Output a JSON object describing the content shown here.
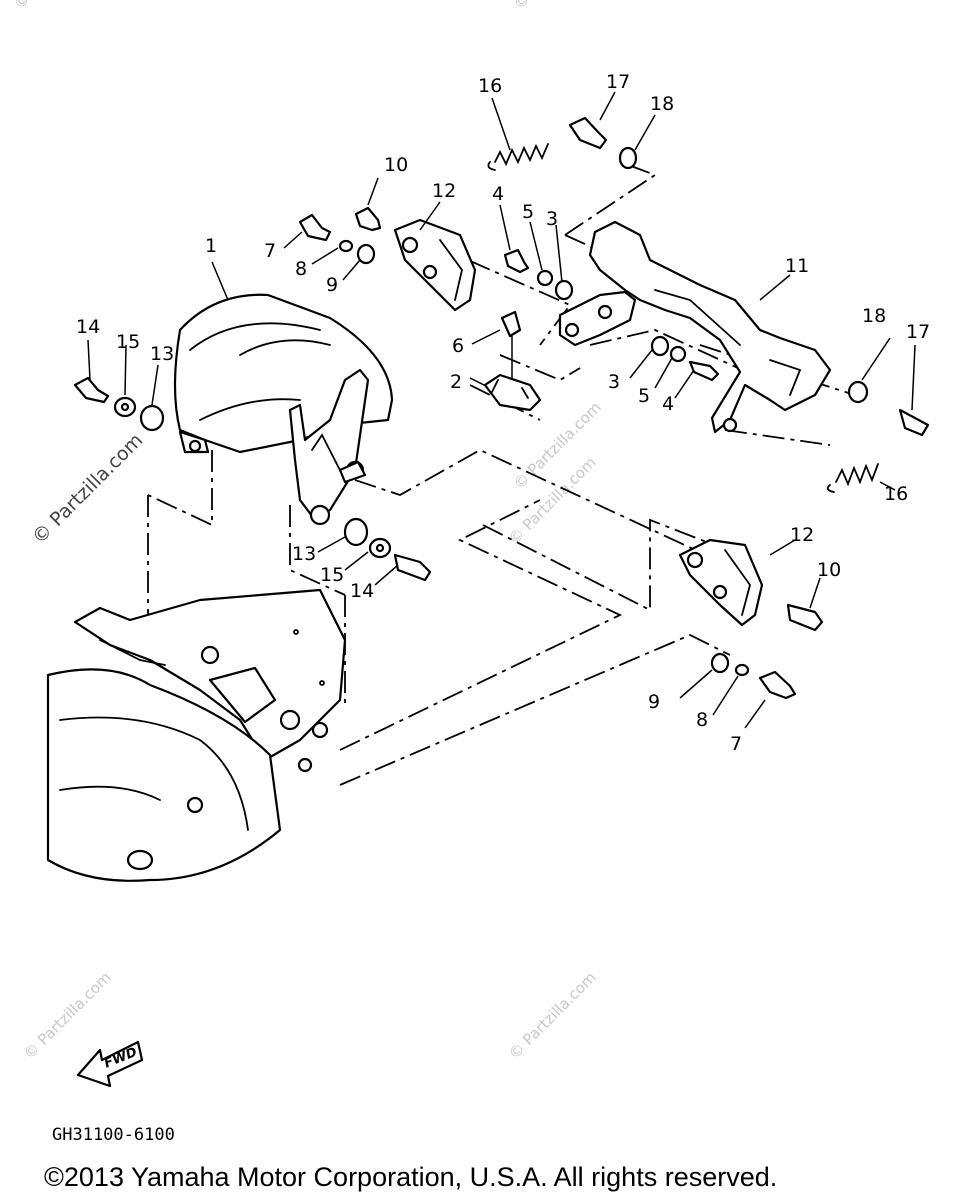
{
  "diagram": {
    "part_labels": [
      {
        "id": "l1",
        "text": "1"
      },
      {
        "id": "l2",
        "text": "2"
      },
      {
        "id": "l3a",
        "text": "3"
      },
      {
        "id": "l3b",
        "text": "3"
      },
      {
        "id": "l4a",
        "text": "4"
      },
      {
        "id": "l4b",
        "text": "4"
      },
      {
        "id": "l5a",
        "text": "5"
      },
      {
        "id": "l5b",
        "text": "5"
      },
      {
        "id": "l6",
        "text": "6"
      },
      {
        "id": "l7a",
        "text": "7"
      },
      {
        "id": "l7b",
        "text": "7"
      },
      {
        "id": "l8a",
        "text": "8"
      },
      {
        "id": "l8b",
        "text": "8"
      },
      {
        "id": "l9a",
        "text": "9"
      },
      {
        "id": "l9b",
        "text": "9"
      },
      {
        "id": "l10a",
        "text": "10"
      },
      {
        "id": "l10b",
        "text": "10"
      },
      {
        "id": "l11",
        "text": "11"
      },
      {
        "id": "l12a",
        "text": "12"
      },
      {
        "id": "l12b",
        "text": "12"
      },
      {
        "id": "l13a",
        "text": "13"
      },
      {
        "id": "l13b",
        "text": "13"
      },
      {
        "id": "l14a",
        "text": "14"
      },
      {
        "id": "l14b",
        "text": "14"
      },
      {
        "id": "l15a",
        "text": "15"
      },
      {
        "id": "l15b",
        "text": "15"
      },
      {
        "id": "l16a",
        "text": "16"
      },
      {
        "id": "l16b",
        "text": "16"
      },
      {
        "id": "l17a",
        "text": "17"
      },
      {
        "id": "l17b",
        "text": "17"
      },
      {
        "id": "l18a",
        "text": "18"
      },
      {
        "id": "l18b",
        "text": "18"
      }
    ],
    "fwd_label": "FWD",
    "drawing_code": "GH31100-6100",
    "copyright": "©2013 Yamaha Motor Corporation, U.S.A. All rights reserved.",
    "watermark": "© Partzilla.com"
  }
}
